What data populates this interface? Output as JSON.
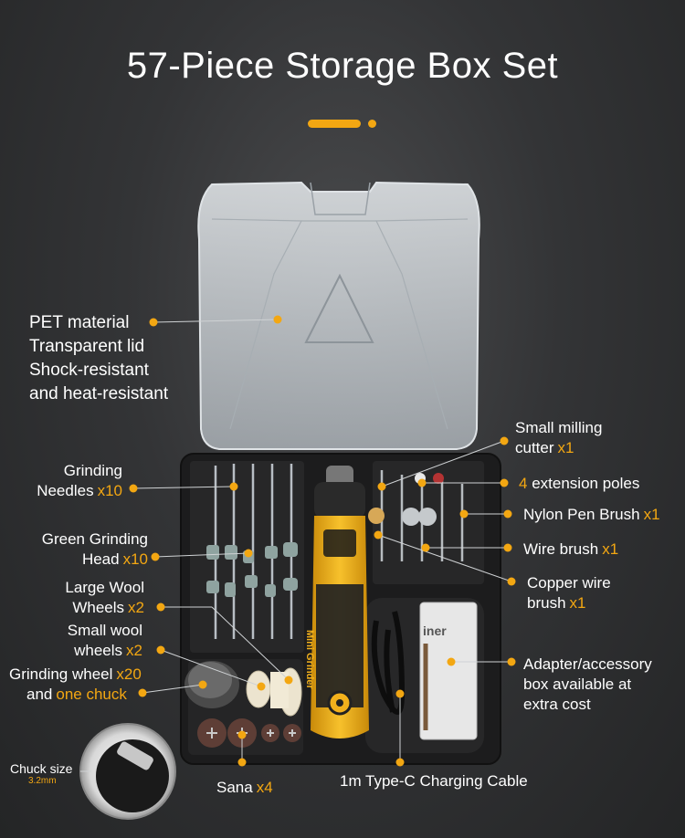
{
  "title": "57-Piece Storage Box Set",
  "colors": {
    "accent": "#f3a712",
    "text": "#ffffff",
    "case": "#1e1e1e",
    "tool_yellow": "#f3b11c"
  },
  "tool_label": "Mini Grinder",
  "adapter_box_label": "iner",
  "lid_callout": [
    "PET material",
    "Transparent lid",
    "Shock-resistant",
    "and heat-resistant"
  ],
  "callouts": {
    "grinding_needles": {
      "text": "Grinding",
      "text2": "Needles",
      "qty": "x10"
    },
    "green_head": {
      "text": "Green Grinding",
      "text2": "Head",
      "qty": "x10"
    },
    "large_wool": {
      "text": "Large Wool",
      "text2": "Wheels",
      "qty": "x2"
    },
    "small_wool": {
      "text": "Small wool",
      "text2": "wheels",
      "qty": "x2"
    },
    "grinding_wheel": {
      "text": "Grinding wheel",
      "qty": "x20",
      "text2": "and",
      "qty2": "one chuck"
    },
    "milling_cutter": {
      "text": "Small milling",
      "text2": "cutter",
      "qty": "x1"
    },
    "extension_poles": {
      "qty": "4",
      "text": "extension poles"
    },
    "nylon_brush": {
      "text": "Nylon Pen Brush",
      "qty": "x1"
    },
    "wire_brush": {
      "text": "Wire brush",
      "qty": "x1"
    },
    "copper_brush": {
      "text": "Copper wire",
      "text2": "brush",
      "qty": "x1"
    },
    "adapter_box": {
      "lines": [
        "Adapter/accessory",
        "box available at",
        "extra cost"
      ]
    },
    "sana": {
      "text": "Sana",
      "qty": "x4"
    },
    "cable": {
      "text": "1m Type-C Charging Cable"
    },
    "chuck_size": {
      "text": "Chuck size",
      "sub": "3.2mm"
    }
  }
}
